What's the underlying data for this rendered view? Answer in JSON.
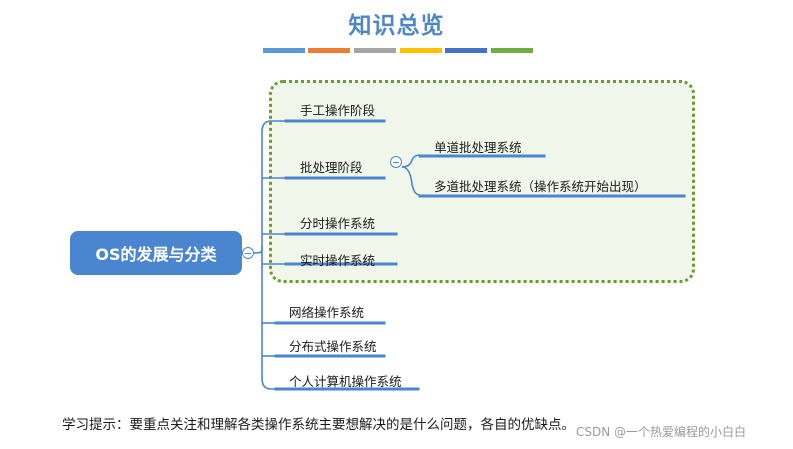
{
  "title": "知识总览",
  "title_bar_colors": [
    "#5b9bd5",
    "#ed7d31",
    "#a5a5a5",
    "#ffc000",
    "#4472c4",
    "#70ad47"
  ],
  "colors": {
    "accent": "#4a86d0",
    "frame": "#6d9a2f",
    "frame_fill": "#f1f6ea",
    "line": "#4a86d0"
  },
  "root": {
    "label": "OS的发展与分类",
    "icon": "collapse-icon"
  },
  "branches": [
    {
      "label": "手工操作阶段"
    },
    {
      "label": "批处理阶段",
      "icon": "collapse-icon",
      "children": [
        {
          "label": "单道批处理系统"
        },
        {
          "label": "多道批处理系统（操作系统开始出现）"
        }
      ]
    },
    {
      "label": "分时操作系统"
    },
    {
      "label": "实时操作系统"
    },
    {
      "label": "网络操作系统"
    },
    {
      "label": "分布式操作系统"
    },
    {
      "label": "个人计算机操作系统"
    }
  ],
  "tip": "学习提示：要重点关注和理解各类操作系统主要想解决的是什么问题，各自的优缺点。",
  "watermark": "CSDN @一个热爱编程的小白白"
}
